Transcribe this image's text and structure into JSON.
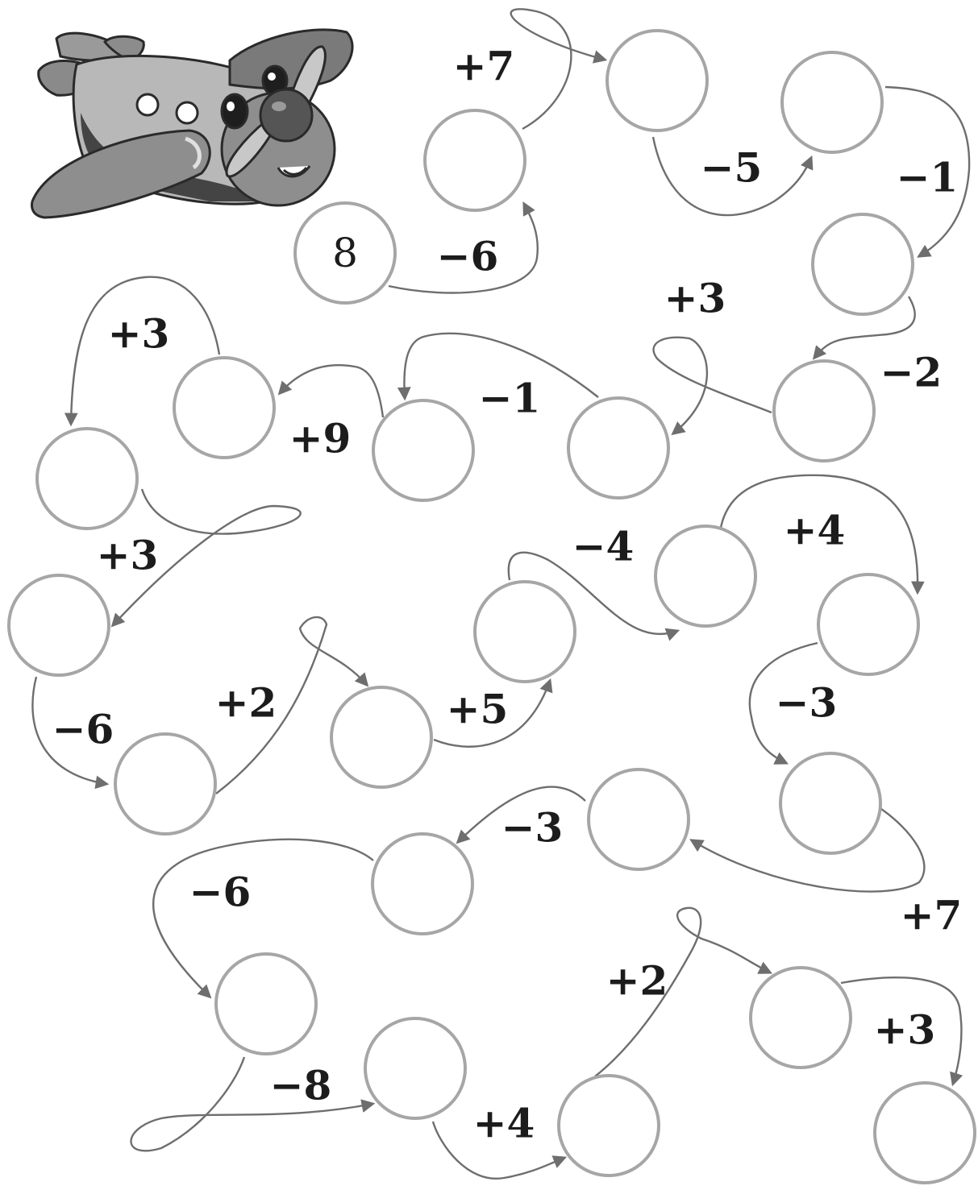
{
  "puzzle": {
    "start_value": "8",
    "operations": [
      "−6",
      "+7",
      "−5",
      "−1",
      "−2",
      "+3",
      "−1",
      "+9",
      "+3",
      "+3",
      "−6",
      "+2",
      "+5",
      "−4",
      "+4",
      "−3",
      "+7",
      "−3",
      "−6",
      "−8",
      "+4",
      "+2",
      "+3"
    ]
  },
  "icons": {
    "mascot": "cartoon-airplane-icon"
  },
  "colors": {
    "circle_stroke": "#a6a6a6",
    "arrow_stroke": "#6e6e6e",
    "text": "#1c1c1c"
  }
}
